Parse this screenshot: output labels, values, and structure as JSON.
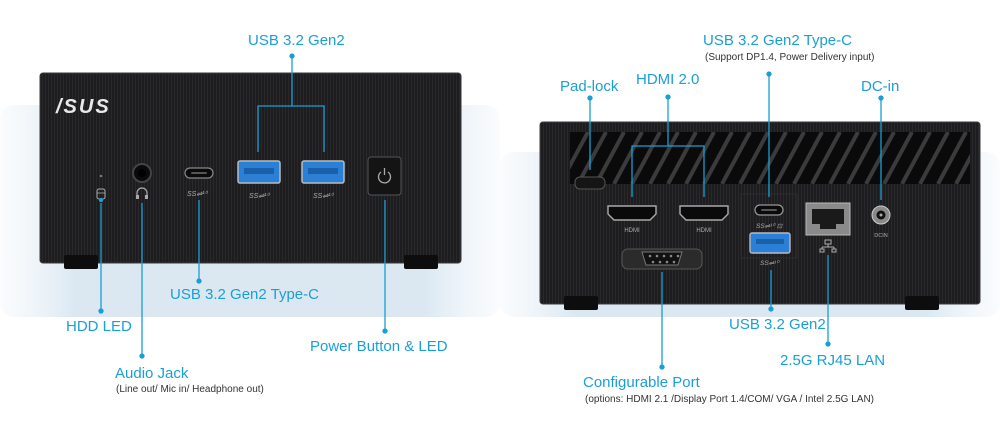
{
  "front": {
    "brand": "/SUS",
    "labels": {
      "usb_top": "USB 3.2 Gen2",
      "hdd_led": "HDD LED",
      "audio_jack": "Audio Jack",
      "audio_jack_sub": "(Line out/ Mic in/ Headphone out)",
      "usb_typec": "USB 3.2 Gen2 Type-C",
      "power_button": "Power Button & LED"
    }
  },
  "rear": {
    "port_text": {
      "hdmi": "HDMI",
      "dcin": "DCIN"
    },
    "labels": {
      "typec_top": "USB 3.2 Gen2 Type-C",
      "typec_sub": "(Support DP1.4, Power Delivery input)",
      "pad_lock": "Pad-lock",
      "hdmi": "HDMI 2.0",
      "dc_in": "DC-in",
      "usb_bottom": "USB 3.2 Gen2",
      "rj45": "2.5G RJ45 LAN",
      "configurable_port": "Configurable Port",
      "configurable_sub": "(options: HDMI 2.1 /Display Port 1.4/COM/ VGA / Intel 2.5G LAN)"
    }
  },
  "colors": {
    "accent": "#1a9fd4",
    "chassis": "#1c1c1e",
    "backdrop": "#dde9f2",
    "usb_blue": "#2a7fd6"
  }
}
